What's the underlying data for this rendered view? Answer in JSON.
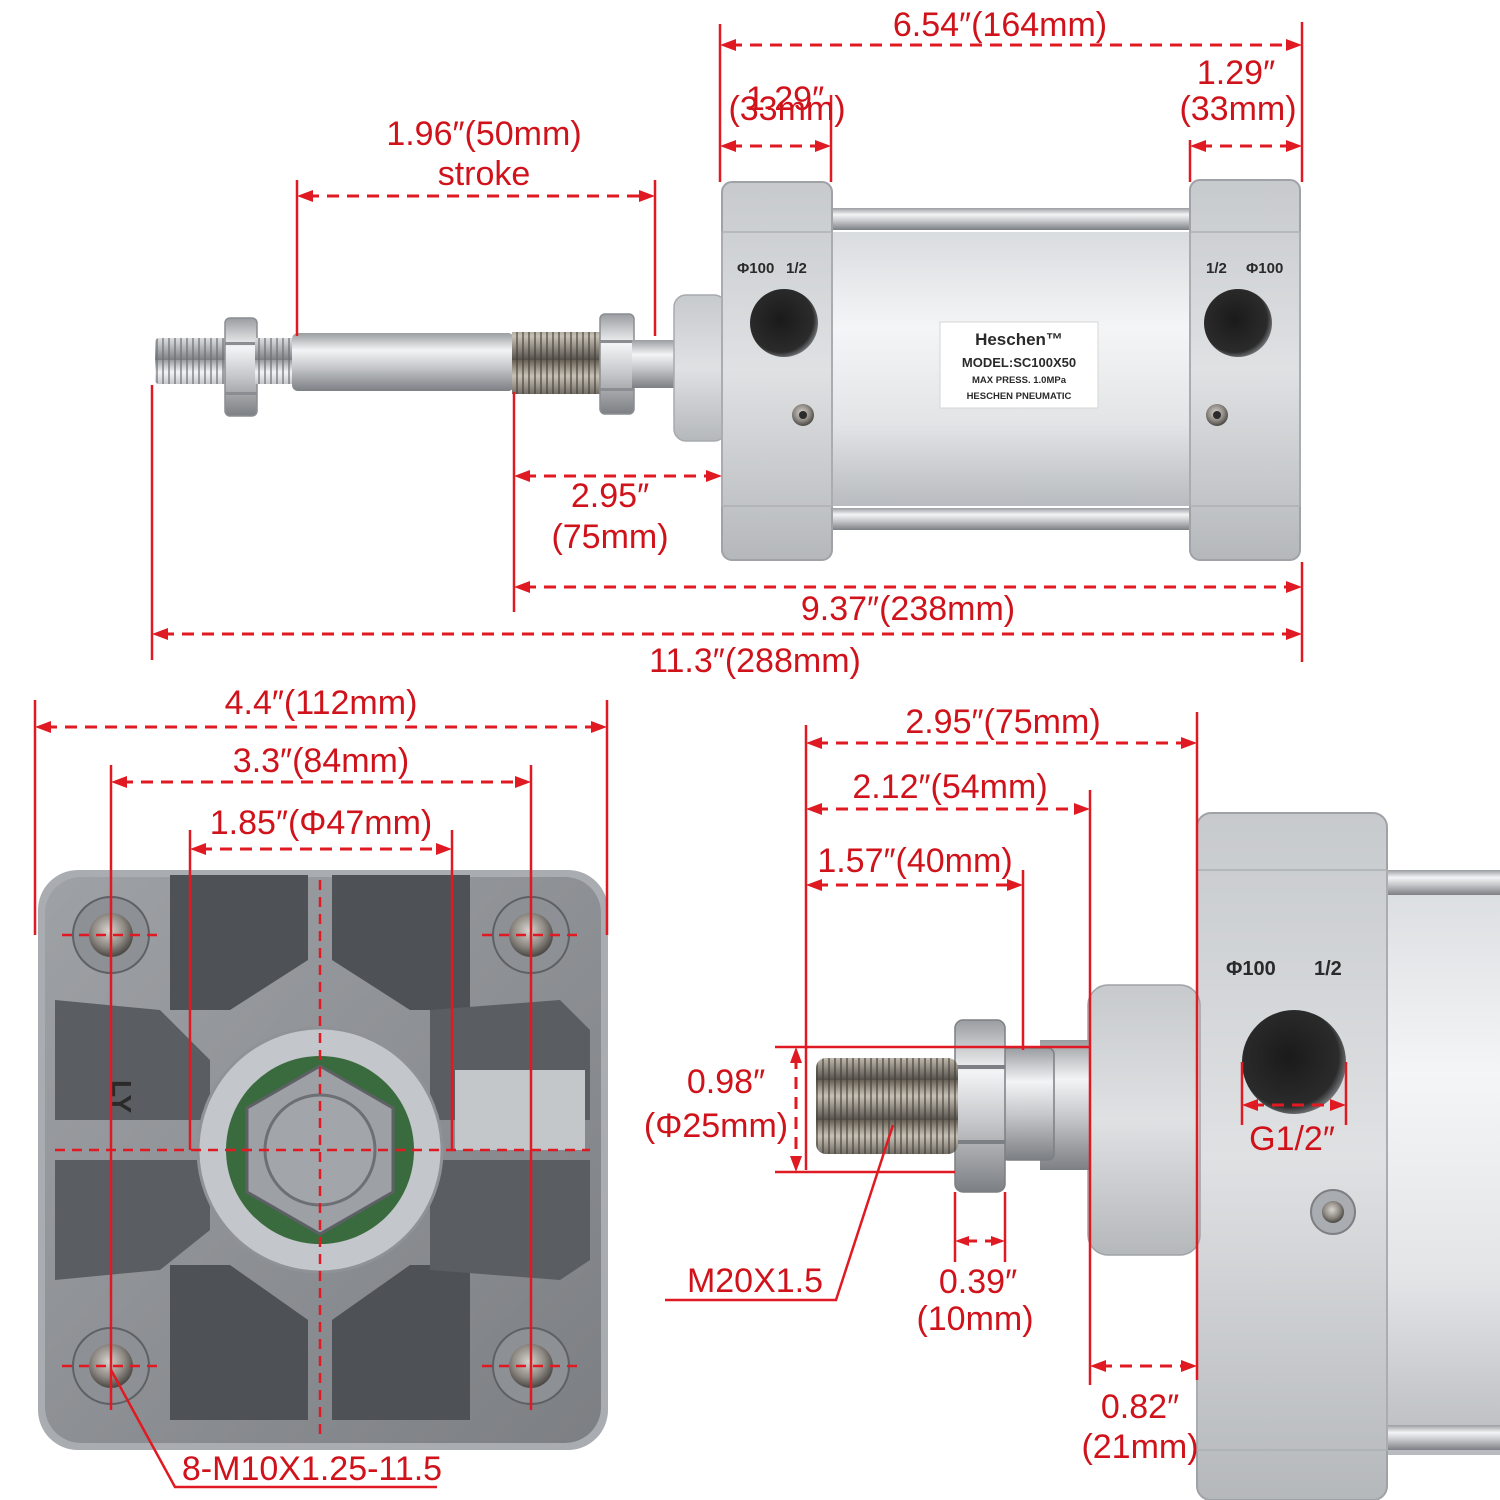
{
  "product_label": {
    "brand": "Heschen™",
    "model": "MODEL:SC100X50",
    "pressure": "MAX PRESS. 1.0MPa",
    "maker": "HESCHEN PNEUMATIC",
    "bore_mark": "Φ100",
    "port_mark": "1/2"
  },
  "side_view": {
    "total_length": "6.54″(164mm)",
    "left_cap_1": "1.29″",
    "left_cap_2": "(33mm)",
    "right_cap_1": "1.29″",
    "right_cap_2": "(33mm)",
    "stroke_1": "1.96″(50mm)",
    "stroke_2": "stroke",
    "rod_1": "2.95″",
    "rod_2": "(75mm)",
    "body_length": "9.37″(238mm)",
    "overall_length": "11.3″(288mm)"
  },
  "end_view": {
    "width": "4.4″(112mm)",
    "hole_spacing": "3.3″(84mm)",
    "boss": "1.85″(Φ47mm)",
    "mount_thread": "8-M10X1.25-11.5",
    "cast_mark": "LY"
  },
  "detail_view": {
    "d_75": "2.95″(75mm)",
    "d_54": "2.12″(54mm)",
    "d_40": "1.57″(40mm)",
    "rod_dia_1": "0.98″",
    "rod_dia_2": "(Φ25mm)",
    "thread": "M20X1.5",
    "nut_1": "0.39″",
    "nut_2": "(10mm)",
    "boss_1": "0.82″",
    "boss_2": "(21mm)",
    "port": "G1/2″"
  },
  "colors": {
    "dimension": "#e01a22",
    "aluminum": "#c9ccd0",
    "cap_gray": "#7d8084"
  }
}
